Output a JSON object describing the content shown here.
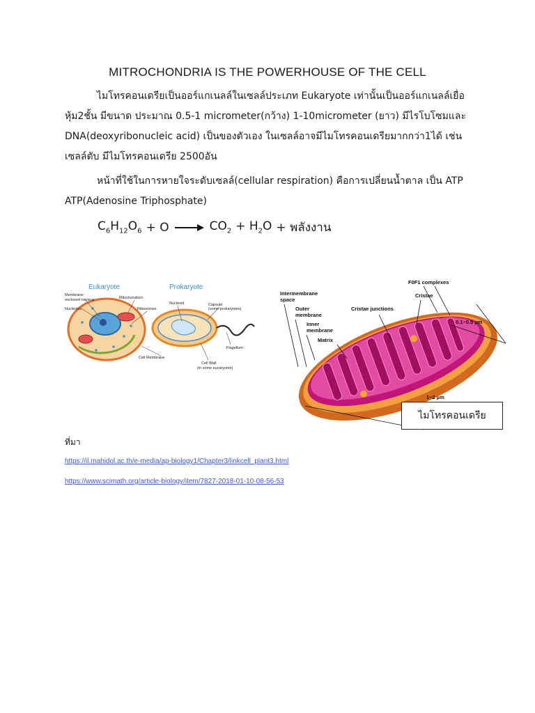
{
  "document": {
    "title": "MITROCHONDRIA IS THE POWERHOUSE OF THE CELL",
    "paragraph1_line1": "ไมโทรคอนเดรียเป็นออร์แกเนลล์ในเซลล์ประเภท Eukaryote เท่านั้นเป็นออร์แกเนลล์เยื่อ",
    "paragraph1_line2": "หุ้ม2ชั้น มีขนาด ประมาณ 0.5-1 micrometer(กว้าง) 1-10micrometer (ยาว) มีไรโบโซมและ",
    "paragraph1_line3": "DNA(deoxyribonucleic acid) เป็นของตัวเอง ในเซลล์อาจมีไมโทรคอนเดรียมากกว่า1ได้ เช่น",
    "paragraph1_line4": "เซลล์ตับ มีไมโทรคอนเดรีย 2500อัน",
    "paragraph2_line1": "หน้าที่ใช้ในการหายใจระดับเซลล์(cellular respiration) คือการเปลี่ยนน้ำตาล เป็น ATP",
    "paragraph2_line2": "ATP(Adenosine Triphosphate)",
    "equation": {
      "c": "C",
      "c_sub": "6",
      "h": "H",
      "h_sub": "12",
      "o": "O",
      "o_sub": "6",
      "plus1": "+ O",
      "co2": "CO",
      "co2_sub": "2",
      "plus2": "+ H",
      "h2o_sub": "2",
      "h2o_o": "O",
      "plus3": "+ พลังงาน"
    },
    "source_label": "ที่มา",
    "link1": "https://il.mahidol.ac.th/e-media/ap-biology1/Chapter3/linkcell_plant3.html",
    "link2": "https://www.scimath.org/article-biology/item/7827-2018-01-10-08-56-53"
  },
  "figure_cells": {
    "eukaryote": "Eukaryote",
    "prokaryote": "Prokaryote",
    "membrane_nucleus": "Membrane-",
    "membrane_nucleus2": "enclosed nucleus",
    "mitochondrion": "Mitochondrion",
    "nucleolus": "Nucleolus",
    "ribosomes": "Ribosomes",
    "nucleoid": "Nucleoid",
    "capsule": "Capsule",
    "capsule_note": "(some prokaryotes)",
    "flagellum": "Flagellum",
    "cell_membrane": "Cell Membrane",
    "cell_wall": "Cell Wall",
    "cell_wall_note": "(in some eucaryotes)"
  },
  "figure_mito": {
    "f0f1": "F0F1 complexes",
    "intermembrane": "Intermembrane",
    "space": "space",
    "outer": "Outer",
    "outer2": "membrane",
    "inner": "Inner",
    "inner2": "membrane",
    "matrix": "Matrix",
    "cristae_junctions": "Cristae junctions",
    "cristae": "Cristae",
    "width": "0.1~0.5 µm",
    "length": "1~2 µm",
    "box_label": "ไมโทรคอนเดรีย"
  },
  "colors": {
    "link": "#3b5bd1",
    "mito_outer": "#e07a1f",
    "mito_inner": "#c2157a",
    "mito_matrix": "#a0105f"
  }
}
